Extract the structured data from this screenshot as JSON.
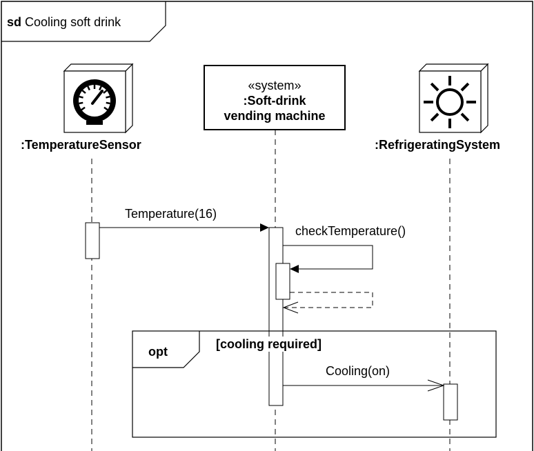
{
  "frame": {
    "keyword": "sd",
    "name": "Cooling soft drink"
  },
  "lifelines": [
    {
      "id": "sensor",
      "name": ":TemperatureSensor",
      "icon": "thermometer-gauge-icon"
    },
    {
      "id": "machine",
      "stereotype": "«system»",
      "name_lines": [
        ":Soft-drink",
        "vending machine"
      ]
    },
    {
      "id": "refrigerator",
      "name": ":RefrigeratingSystem",
      "icon": "sun-icon"
    }
  ],
  "messages": [
    {
      "from": "sensor",
      "to": "machine",
      "label": "Temperature(16)",
      "kind": "synchronous"
    },
    {
      "from": "machine",
      "to": "machine",
      "label": "checkTemperature()",
      "kind": "synchronous-self"
    },
    {
      "from": "machine",
      "to": "machine",
      "label": "",
      "kind": "reply"
    },
    {
      "from": "machine",
      "to": "refrigerator",
      "label": "Cooling(on)",
      "kind": "asynchronous"
    }
  ],
  "fragments": [
    {
      "operator": "opt",
      "guard": "[cooling required]"
    }
  ]
}
